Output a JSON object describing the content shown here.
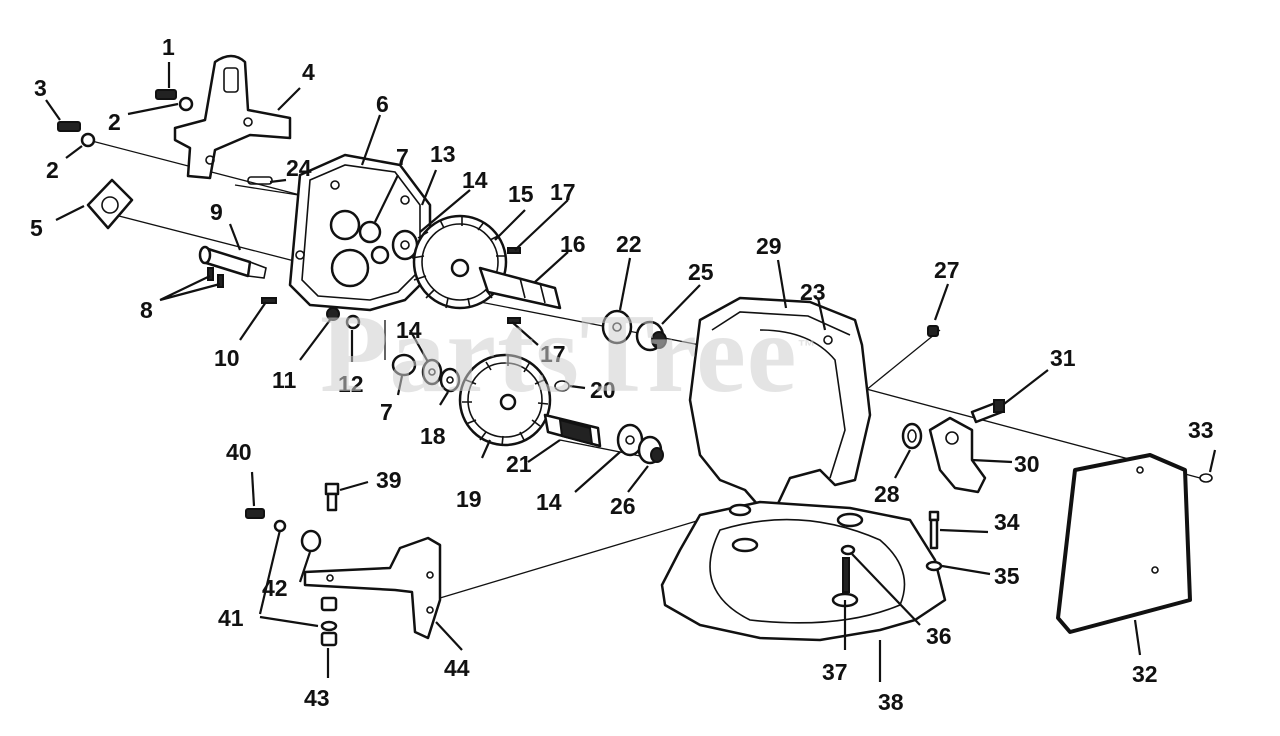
{
  "watermark": {
    "text": "PartsTree",
    "mark": "™"
  },
  "callouts": [
    {
      "id": "c1",
      "text": "1"
    },
    {
      "id": "c2a",
      "text": "2"
    },
    {
      "id": "c2b",
      "text": "2"
    },
    {
      "id": "c3",
      "text": "3"
    },
    {
      "id": "c4",
      "text": "4"
    },
    {
      "id": "c5",
      "text": "5"
    },
    {
      "id": "c6",
      "text": "6"
    },
    {
      "id": "c7a",
      "text": "7"
    },
    {
      "id": "c7b",
      "text": "7"
    },
    {
      "id": "c8",
      "text": "8"
    },
    {
      "id": "c9",
      "text": "9"
    },
    {
      "id": "c10",
      "text": "10"
    },
    {
      "id": "c11",
      "text": "11"
    },
    {
      "id": "c12",
      "text": "12"
    },
    {
      "id": "c13",
      "text": "13"
    },
    {
      "id": "c14a",
      "text": "14"
    },
    {
      "id": "c14b",
      "text": "14"
    },
    {
      "id": "c14c",
      "text": "14"
    },
    {
      "id": "c15",
      "text": "15"
    },
    {
      "id": "c16",
      "text": "16"
    },
    {
      "id": "c17a",
      "text": "17"
    },
    {
      "id": "c17b",
      "text": "17"
    },
    {
      "id": "c18",
      "text": "18"
    },
    {
      "id": "c19",
      "text": "19"
    },
    {
      "id": "c20",
      "text": "20"
    },
    {
      "id": "c21",
      "text": "21"
    },
    {
      "id": "c22",
      "text": "22"
    },
    {
      "id": "c23",
      "text": "23"
    },
    {
      "id": "c24",
      "text": "24"
    },
    {
      "id": "c25",
      "text": "25"
    },
    {
      "id": "c26",
      "text": "26"
    },
    {
      "id": "c27",
      "text": "27"
    },
    {
      "id": "c28",
      "text": "28"
    },
    {
      "id": "c29",
      "text": "29"
    },
    {
      "id": "c30",
      "text": "30"
    },
    {
      "id": "c31",
      "text": "31"
    },
    {
      "id": "c32",
      "text": "32"
    },
    {
      "id": "c33",
      "text": "33"
    },
    {
      "id": "c34",
      "text": "34"
    },
    {
      "id": "c35",
      "text": "35"
    },
    {
      "id": "c36",
      "text": "36"
    },
    {
      "id": "c37",
      "text": "37"
    },
    {
      "id": "c38",
      "text": "38"
    },
    {
      "id": "c39",
      "text": "39"
    },
    {
      "id": "c40",
      "text": "40"
    },
    {
      "id": "c41",
      "text": "41"
    },
    {
      "id": "c42",
      "text": "42"
    },
    {
      "id": "c43",
      "text": "43"
    },
    {
      "id": "c44",
      "text": "44"
    }
  ]
}
